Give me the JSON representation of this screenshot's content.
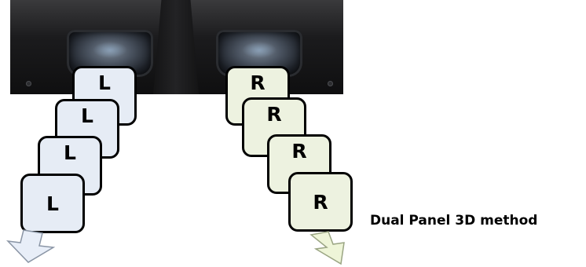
{
  "diagram": {
    "left_frames": [
      "L",
      "L",
      "L",
      "L"
    ],
    "right_frames": [
      "R",
      "R",
      "R",
      "R"
    ],
    "caption": "Dual Panel 3D method",
    "colors": {
      "left_frame_fill": "#e6ecf5",
      "right_frame_fill": "#edf2e0",
      "frame_border": "#000000",
      "left_arrow_fill": "#e8eef8",
      "right_arrow_fill": "#eef5d8"
    }
  }
}
